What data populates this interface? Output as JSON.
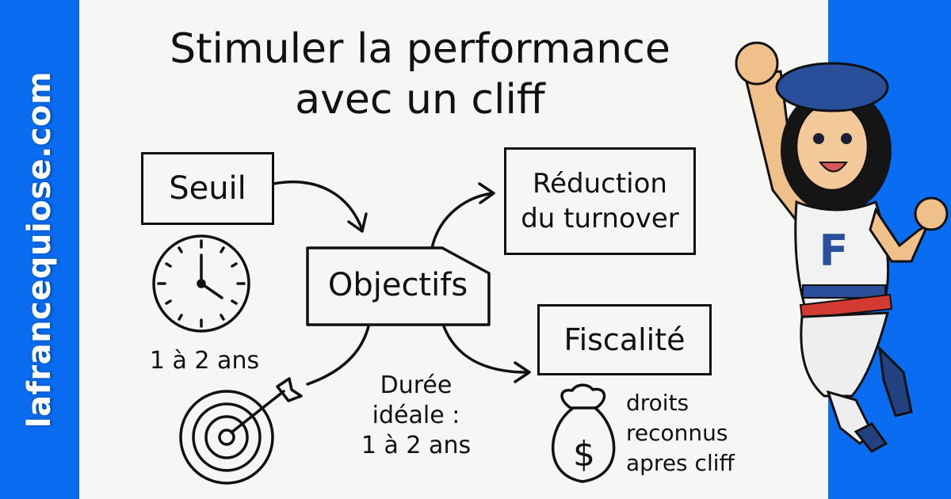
{
  "site": {
    "label": "lafrancequiose.com"
  },
  "colors": {
    "brand_blue": "#0a6cf0",
    "panel": "#f6f6f5",
    "ink": "#111111",
    "beret_blue": "#2a4f9a",
    "stripe_red": "#d23a32"
  },
  "title": {
    "line1": "Stimuler la performance",
    "line2": "avec un cliff"
  },
  "nodes": {
    "seuil": {
      "label": "Seuil",
      "icon": "clock-icon",
      "caption": "1 à 2 ans"
    },
    "objectifs": {
      "label": "Objectifs",
      "icon": "target-arrow-icon"
    },
    "reduction": {
      "line1": "Réduction",
      "line2": "du turnover"
    },
    "fiscalite": {
      "label": "Fiscalité",
      "icon": "money-bag-icon"
    }
  },
  "annotations": {
    "duree": {
      "line1": "Durée",
      "line2": "idéale :",
      "line3": "1 à 2 ans"
    },
    "droits": {
      "line1": "droits",
      "line2": "reconnus",
      "line3": "apres cliff"
    }
  },
  "mascot": {
    "shirt_letter": "F"
  }
}
